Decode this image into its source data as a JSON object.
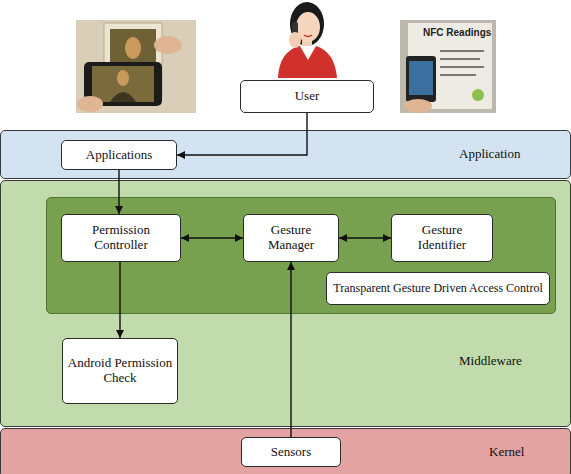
{
  "diagram": {
    "nodes": [
      {
        "text": [
          "User"
        ]
      },
      {
        "text": [
          "Application"
        ]
      },
      {
        "text": [
          "Applications"
        ],
        "in": 1
      },
      {
        "text": [
          "Middleware"
        ]
      },
      {
        "text": [
          "Transparent Gesture Driven Access Control"
        ],
        "in": 3
      },
      {
        "text": [
          "Permission Controller"
        ],
        "in": 4
      },
      {
        "text": [
          "Gesture Manager"
        ],
        "in": 4
      },
      {
        "text": [
          "Gesture Identifier"
        ],
        "in": 4
      },
      {
        "text": [
          "Android Permission Check"
        ],
        "in": 3
      },
      {
        "text": [
          "Kernel"
        ]
      },
      {
        "text": [
          "Sensors"
        ],
        "in": 9
      }
    ],
    "edges": [
      {
        "from": 0,
        "to": 2,
        "arrow": "to"
      },
      {
        "from": 2,
        "to": 5,
        "arrow": "to"
      },
      {
        "from": 5,
        "to": 6,
        "arrow": "both"
      },
      {
        "from": 6,
        "to": 7,
        "arrow": "both"
      },
      {
        "from": 5,
        "to": 8,
        "arrow": "to"
      },
      {
        "from": 10,
        "to": 6,
        "arrow": "to"
      }
    ],
    "labels": [
      "NFC Readings"
    ]
  }
}
